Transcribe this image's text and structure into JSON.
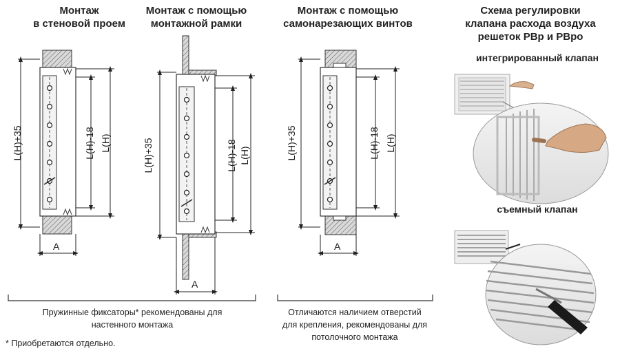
{
  "titles": {
    "wall": "Монтаж\nв стеновой проем",
    "frame": "Монтаж с помощью\nмонтажной рамки",
    "screws": "Монтаж с помощью\nсамонарезающих винтов",
    "scheme": "Схема регулировки\nклапана расхода воздуха\nрешеток РВр и РВро"
  },
  "valves": {
    "integrated": "интегрированный клапан",
    "removable": "съемный клапан"
  },
  "dimensions": {
    "total": "L(H)+35",
    "inner": "L(H)-18",
    "height": "L(H)",
    "depth": "A"
  },
  "notes": {
    "left": "Пружинные фиксаторы* рекомендованы для\nнастенного монтажа",
    "right": "Отличаются наличием отверстий\nдля крепления, рекомендованы для\nпотолочного монтажа",
    "footnote": "* Приобретаются отдельно."
  }
}
